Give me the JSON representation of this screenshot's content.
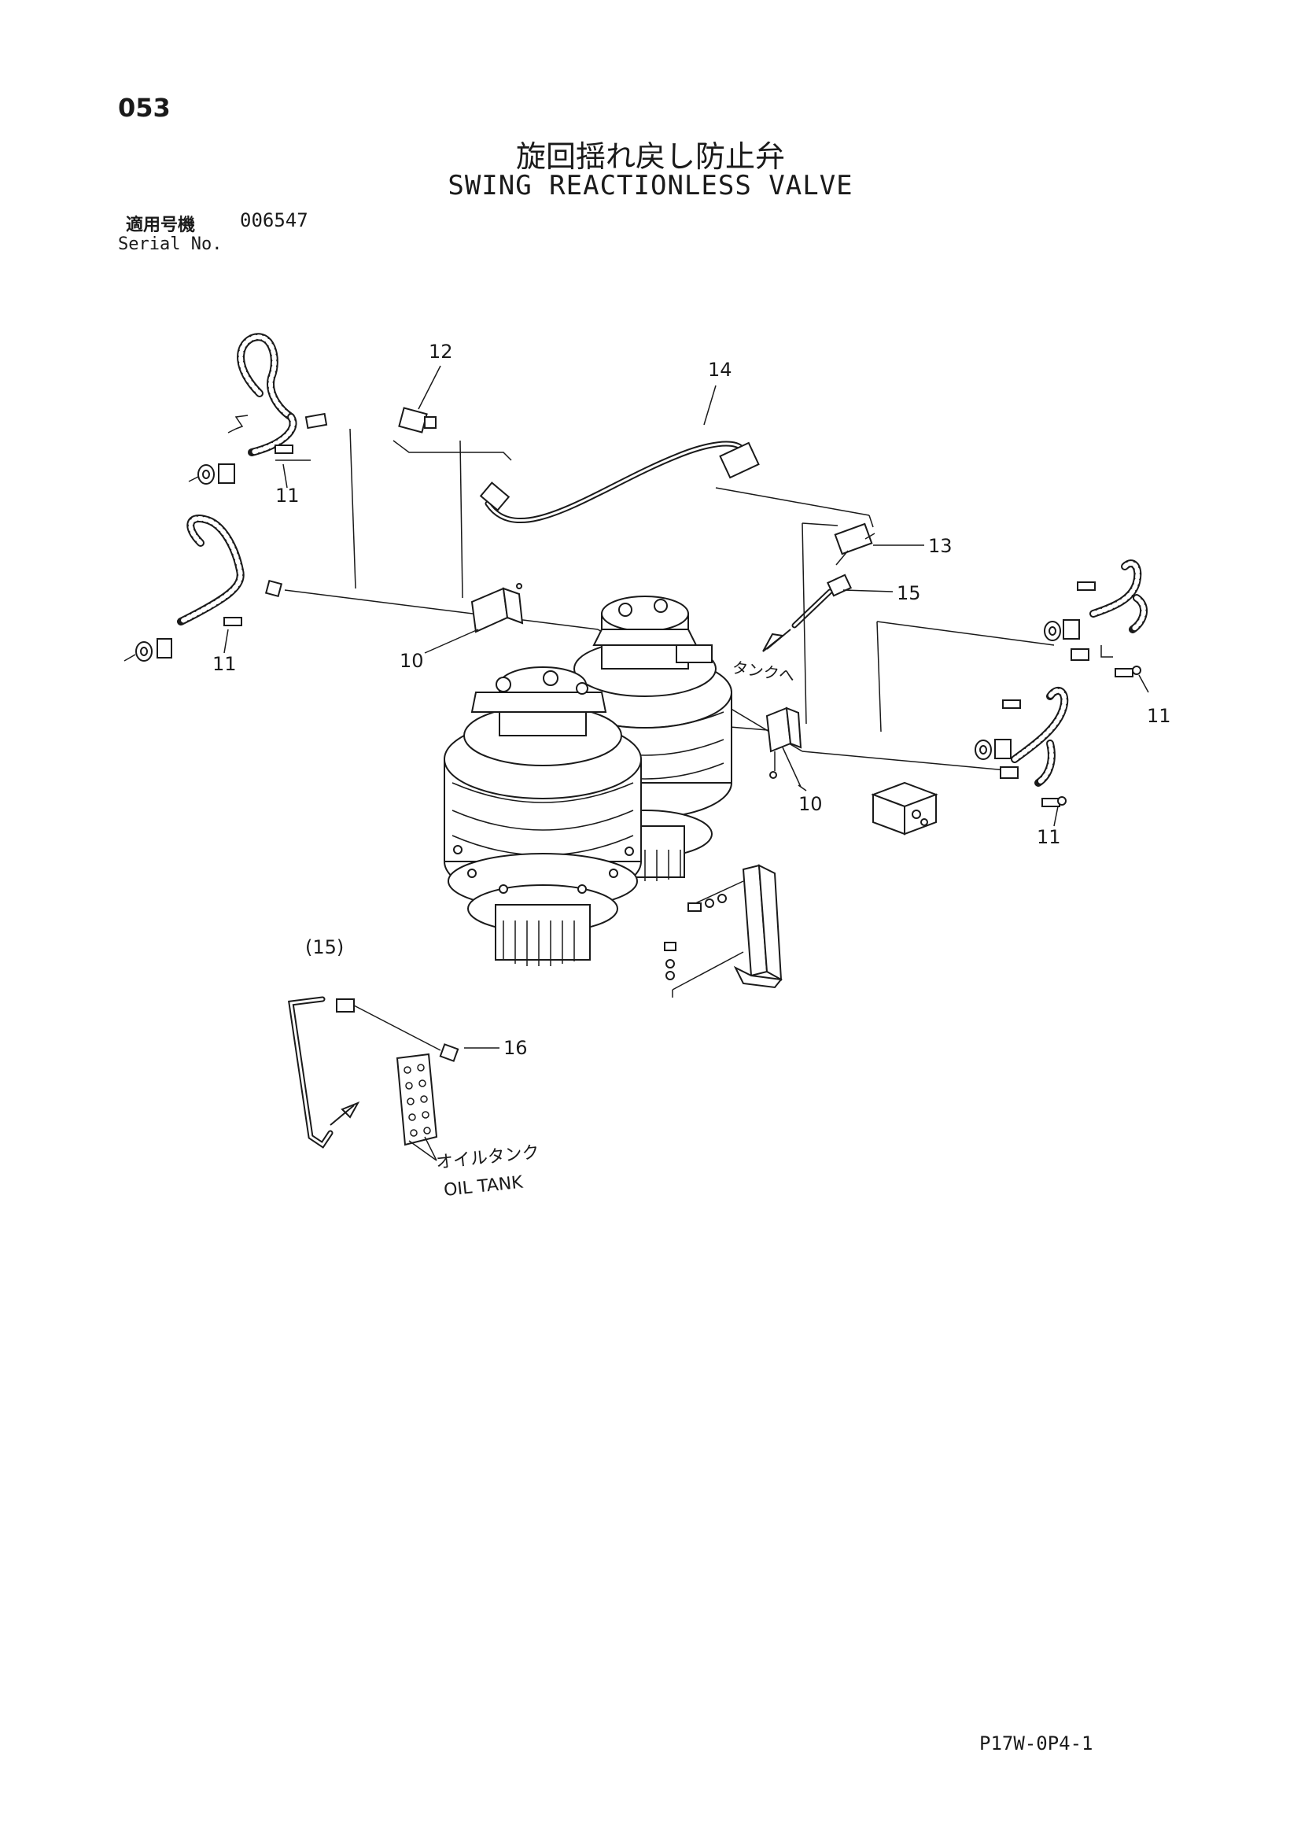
{
  "page": {
    "number": "053",
    "title_jp": "旋回揺れ戻し防止弁",
    "title_en": "SWING REACTIONLESS VALVE",
    "serial_label_jp": "適用号機",
    "serial_number": "006547",
    "serial_label_en": "Serial No.",
    "footer_code": "P17W-0P4-1"
  },
  "callouts": {
    "c10a": "10",
    "c10b": "10",
    "c11a": "11",
    "c11b": "11",
    "c11c": "11",
    "c11d": "11",
    "c12": "12",
    "c13": "13",
    "c14": "14",
    "c15": "15",
    "c15ref": "(15)",
    "c16": "16"
  },
  "notes": {
    "to_tank_jp": "タンクへ",
    "oil_tank_jp": "オイルタンク",
    "oil_tank_en": "OIL TANK"
  }
}
